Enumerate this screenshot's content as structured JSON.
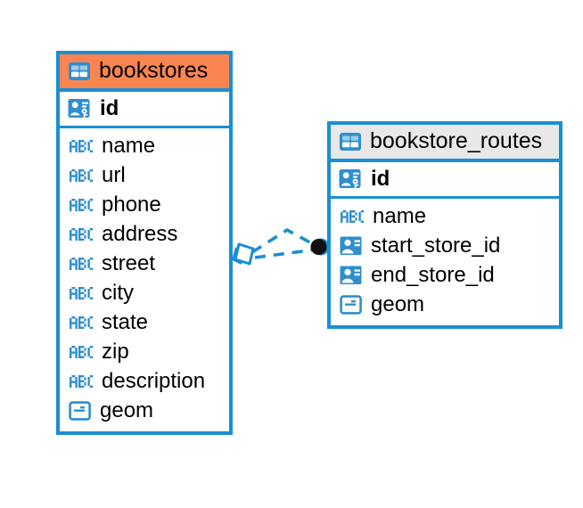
{
  "diagram": {
    "type": "entity-relationship-diagram",
    "background": "#ffffff",
    "accent_color": "#1a8fd1",
    "highlight_color": "#fb8550",
    "header_grey": "#e8e8e8",
    "entities": [
      {
        "name": "bookstores",
        "header_style": "orange",
        "table_icon": "table-icon",
        "primary_key": {
          "label": "id",
          "icon": "primary-key-icon"
        },
        "fields": [
          {
            "label": "name",
            "icon": "text-abc-icon"
          },
          {
            "label": "url",
            "icon": "text-abc-icon"
          },
          {
            "label": "phone",
            "icon": "text-abc-icon"
          },
          {
            "label": "address",
            "icon": "text-abc-icon"
          },
          {
            "label": "street",
            "icon": "text-abc-icon"
          },
          {
            "label": "city",
            "icon": "text-abc-icon"
          },
          {
            "label": "state",
            "icon": "text-abc-icon"
          },
          {
            "label": "zip",
            "icon": "text-abc-icon"
          },
          {
            "label": "description",
            "icon": "text-abc-icon"
          },
          {
            "label": "geom",
            "icon": "geometry-icon"
          }
        ]
      },
      {
        "name": "bookstore_routes",
        "header_style": "grey",
        "table_icon": "table-icon",
        "primary_key": {
          "label": "id",
          "icon": "primary-key-icon"
        },
        "fields": [
          {
            "label": "name",
            "icon": "text-abc-icon"
          },
          {
            "label": "start_store_id",
            "icon": "foreign-key-icon"
          },
          {
            "label": "end_store_id",
            "icon": "foreign-key-icon"
          },
          {
            "label": "geom",
            "icon": "geometry-icon"
          }
        ]
      }
    ],
    "relationship": {
      "style": "dashed",
      "color": "#1a8fd1",
      "source_marker": "crows-foot-diamond",
      "target_marker": "filled-circle"
    }
  }
}
